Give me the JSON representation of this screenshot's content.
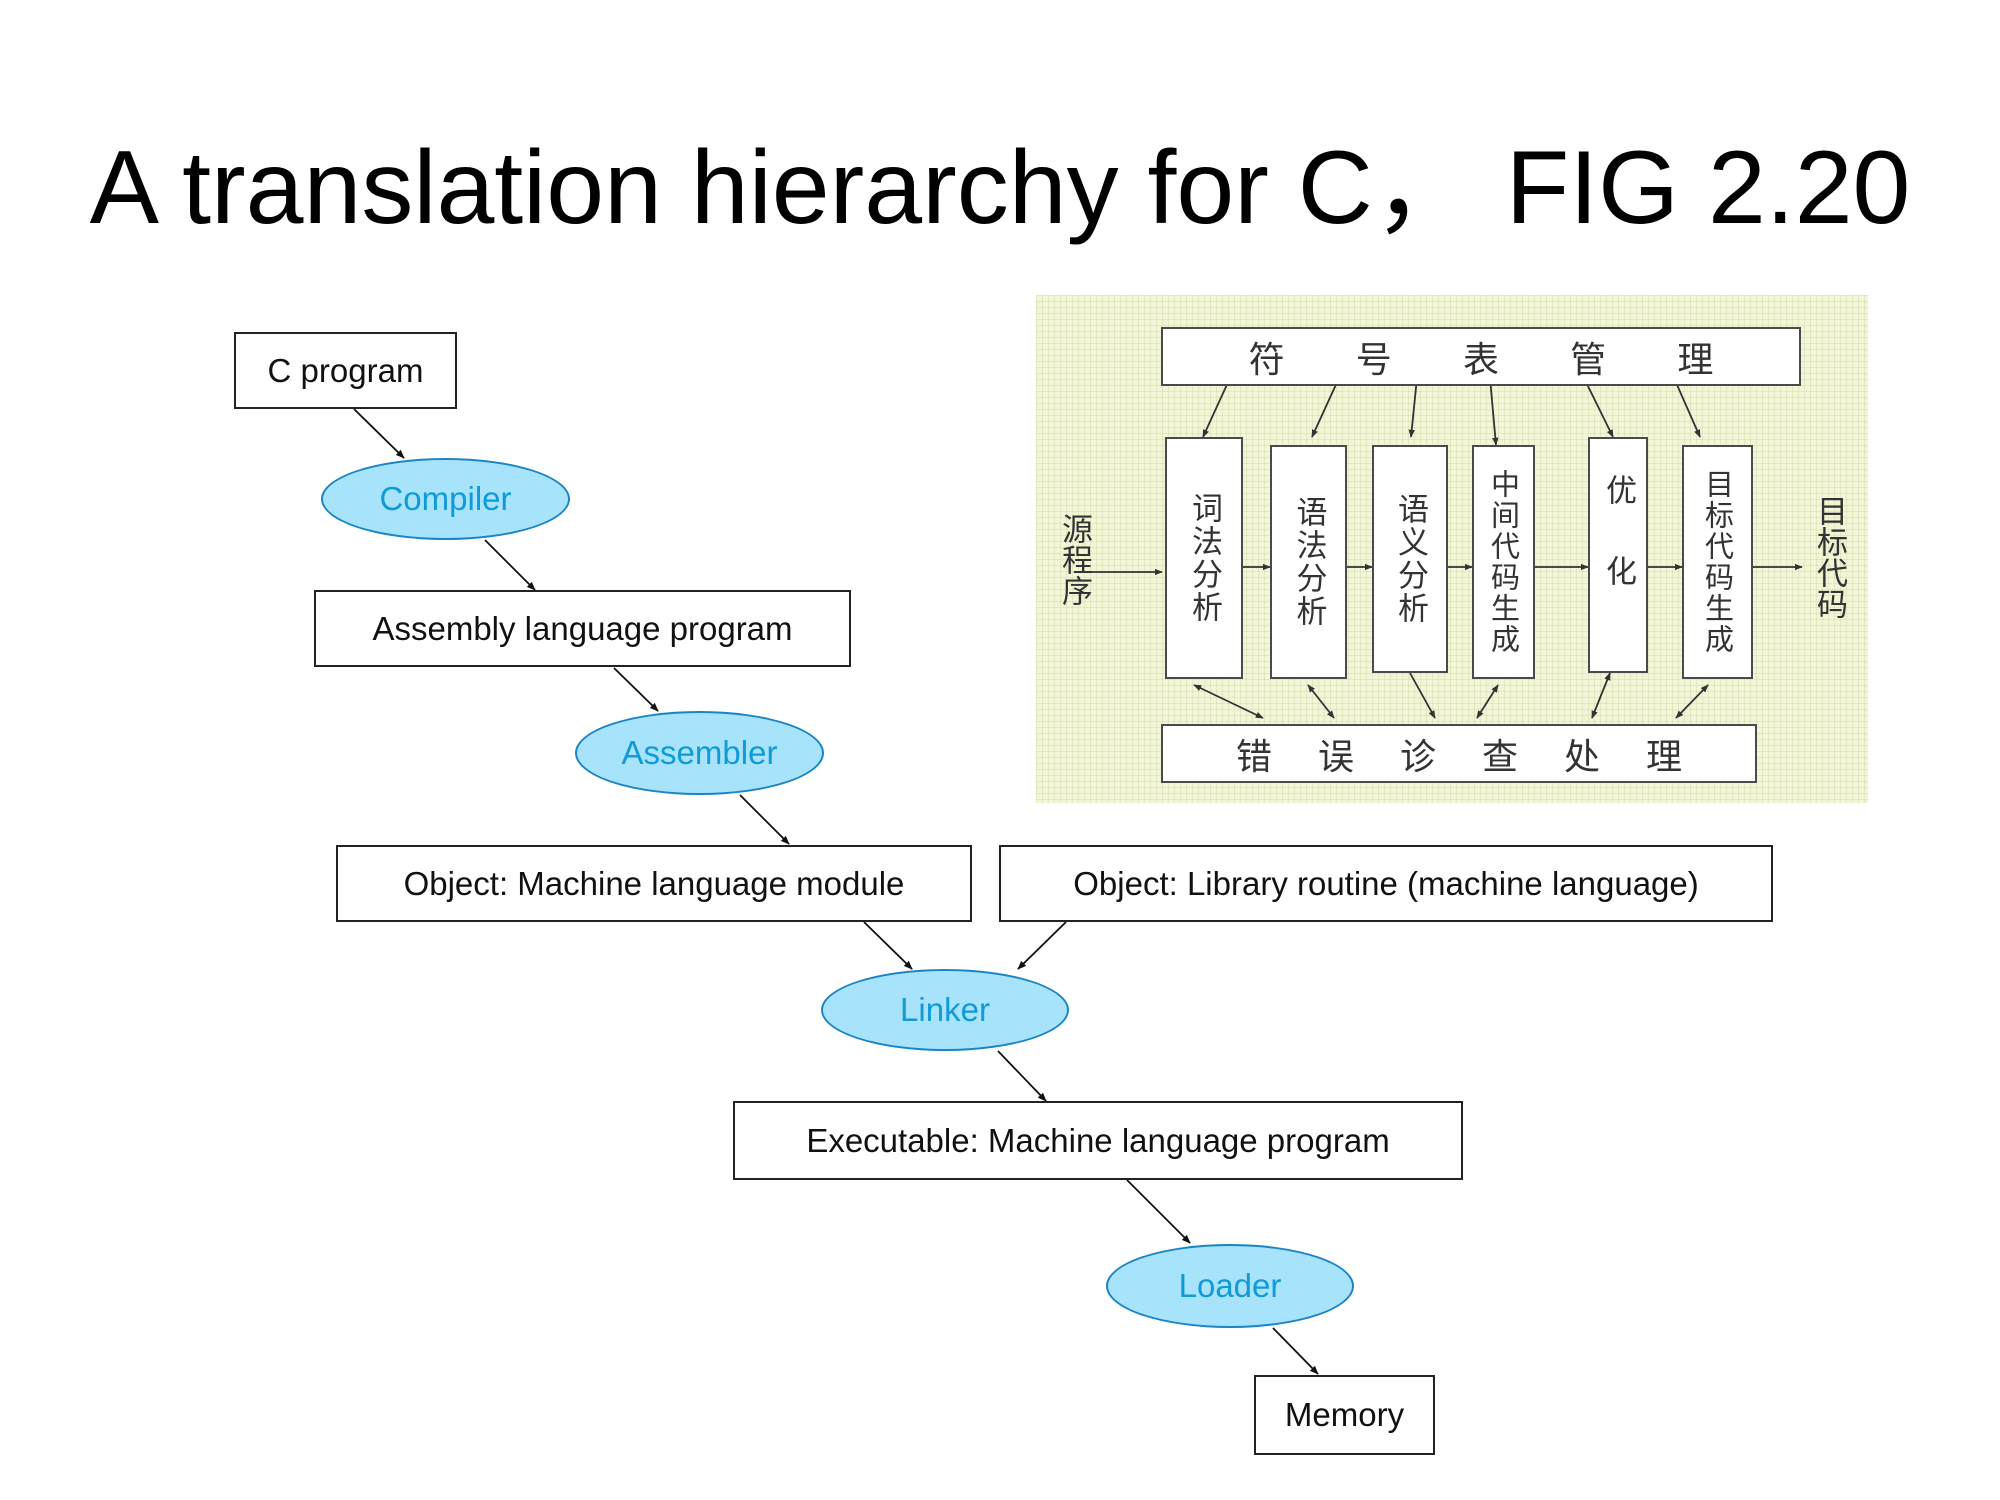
{
  "title": "A translation hierarchy for C， FIG 2.20",
  "hierarchy": {
    "c_program": "C program",
    "compiler": "Compiler",
    "assembly_program": "Assembly language program",
    "assembler": "Assembler",
    "object_module": "Object: Machine language module",
    "library_routine": "Object: Library routine (machine language)",
    "linker": "Linker",
    "executable": "Executable: Machine language program",
    "loader": "Loader",
    "memory": "Memory"
  },
  "compiler_phases": {
    "symbol_table": [
      "符",
      "号",
      "表",
      "管",
      "理"
    ],
    "error_handling": [
      "错",
      "误",
      "诊",
      "查",
      "处",
      "理"
    ],
    "source": "源程序",
    "target": "目标代码",
    "phases": [
      "词法分析",
      "语法分析",
      "语义分析",
      "中间代码生成",
      "优化",
      "目标代码生成"
    ]
  },
  "colors": {
    "tool_fill": "#a7e4fb",
    "tool_text": "#119ad8",
    "panel_background": "#f3f6d6"
  }
}
